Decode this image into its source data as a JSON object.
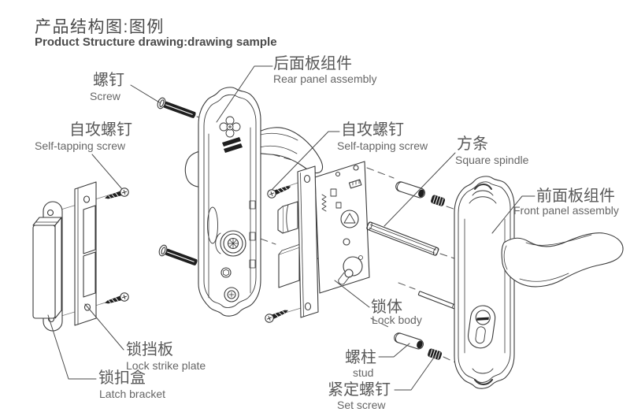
{
  "title": {
    "zh": "产品结构图:图例",
    "en": "Product Structure drawing:drawing sample"
  },
  "labels": [
    {
      "id": "screw",
      "zh": "螺钉",
      "en": "Screw"
    },
    {
      "id": "self-tapping-screw-left",
      "zh": "自攻螺钉",
      "en": "Self-tapping screw"
    },
    {
      "id": "rear-panel-assembly",
      "zh": "后面板组件",
      "en": "Rear panel assembly"
    },
    {
      "id": "self-tapping-screw-mid",
      "zh": "自攻螺钉",
      "en": "Self-tapping screw"
    },
    {
      "id": "square-spindle",
      "zh": "方条",
      "en": "Square spindle"
    },
    {
      "id": "front-panel-assembly",
      "zh": "前面板组件",
      "en": "Front panel assembly"
    },
    {
      "id": "lock-body",
      "zh": "锁体",
      "en": "Lock body"
    },
    {
      "id": "lock-strike-plate",
      "zh": "锁挡板",
      "en": "Lock strike plate"
    },
    {
      "id": "latch-bracket",
      "zh": "锁扣盒",
      "en": "Latch bracket"
    },
    {
      "id": "stud",
      "zh": "螺柱",
      "en": "stud"
    },
    {
      "id": "set-screw",
      "zh": "紧定螺钉",
      "en": "Set screw"
    }
  ],
  "colors": {
    "line": "#3a3a3a",
    "dark_fill": "#1f1f1f",
    "label_zh": "#595959",
    "label_en": "#666666",
    "background": "#ffffff"
  }
}
